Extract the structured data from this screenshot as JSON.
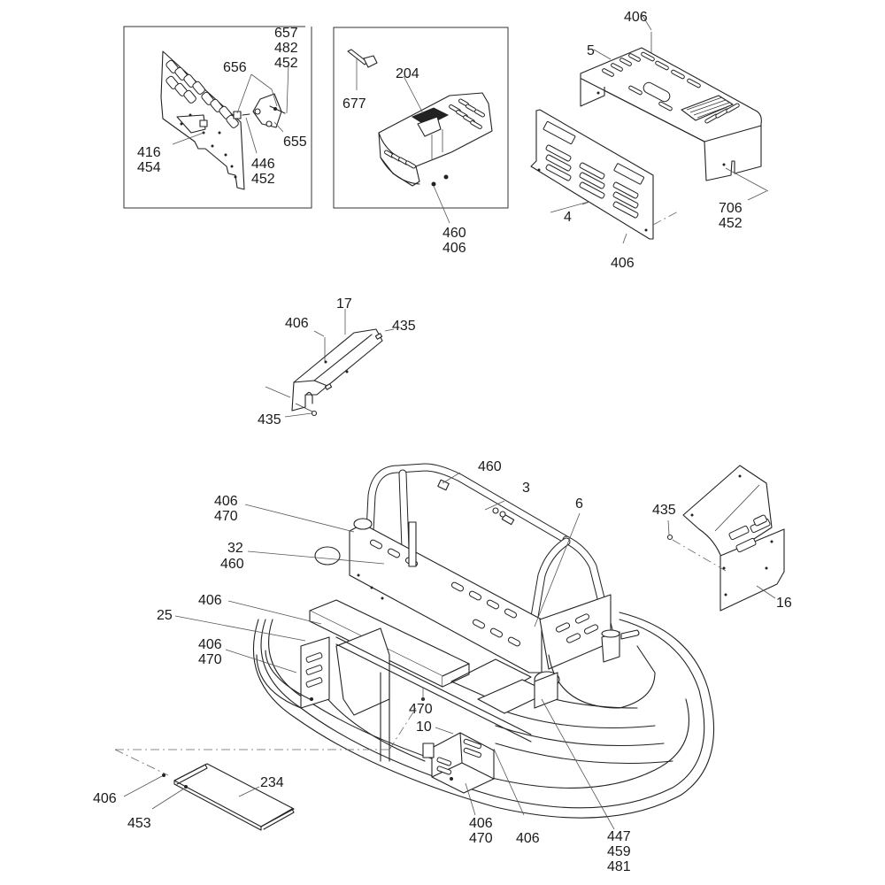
{
  "diagram": {
    "title": "Frame and covers exploded parts diagram",
    "insets": {
      "left_panel": {
        "labels": {
          "c657": "657",
          "c482": "482",
          "c452a": "452",
          "c656": "656",
          "c655": "655",
          "c416": "416",
          "c454": "454",
          "c446": "446",
          "c452b": "452"
        }
      },
      "middle_panel": {
        "labels": {
          "c677": "677",
          "c204": "204",
          "c460": "460",
          "c406": "406"
        }
      }
    },
    "engine_cover": {
      "labels": {
        "c406_top": "406",
        "c5": "5",
        "c4": "4",
        "c706": "706",
        "c452": "452",
        "c406_bottom": "406"
      }
    },
    "guard_17": {
      "labels": {
        "c17": "17",
        "c406": "406",
        "c435_top": "435",
        "c435_bottom": "435"
      }
    },
    "guard_16": {
      "labels": {
        "c435": "435",
        "c16": "16"
      }
    },
    "main_frame": {
      "labels": {
        "c460": "460",
        "c3": "3",
        "c6": "6",
        "c406_a": "406",
        "c470_a": "470",
        "c32": "32",
        "c460_b": "460",
        "c406_b": "406",
        "c25": "25",
        "c406_c": "406",
        "c470_c": "470",
        "c470_d": "470",
        "c10": "10",
        "c406_e": "406",
        "c470_e": "470",
        "c406_f": "406",
        "c447": "447",
        "c459": "459",
        "c481": "481"
      }
    },
    "tray_234": {
      "labels": {
        "c234": "234",
        "c406": "406",
        "c453": "453"
      }
    }
  }
}
